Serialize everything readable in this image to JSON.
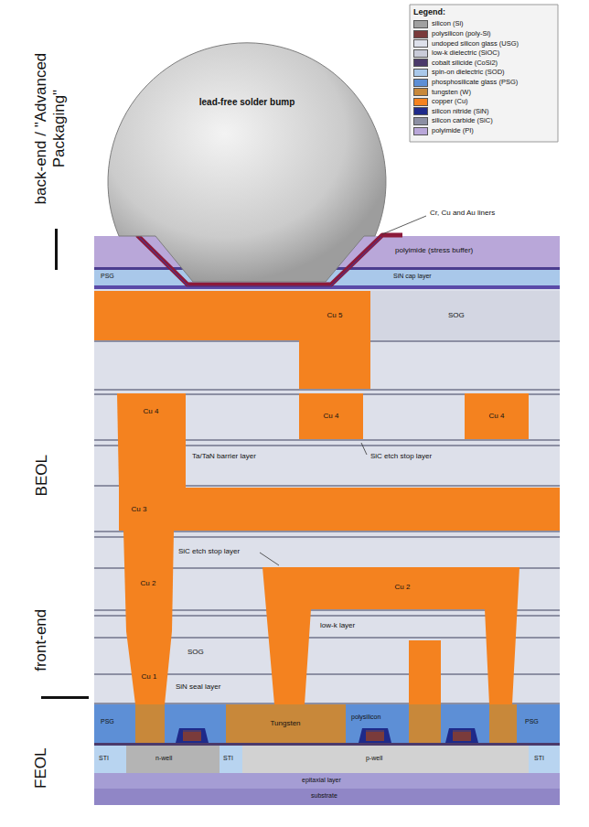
{
  "diagram": {
    "nodes": [
      {
        "text": [
          "lead-free solder bump"
        ]
      },
      {
        "text": [
          "Cu 5"
        ]
      },
      {
        "text": [
          "Cu 4"
        ]
      },
      {
        "text": [
          "Cu 4"
        ]
      },
      {
        "text": [
          "Cu 4"
        ]
      },
      {
        "text": [
          "Cu 3"
        ]
      },
      {
        "text": [
          "Cu 2"
        ]
      },
      {
        "text": [
          "Cu 2"
        ]
      },
      {
        "text": [
          "Cu 1"
        ]
      },
      {
        "text": [
          "Tungsten"
        ]
      }
    ],
    "labels": [
      "back-end / \"Advanced Packaging\"",
      "Legend:",
      "Cr, Cu and Au liners",
      "polyimide (stress buffer)",
      "PSG",
      "SiN cap layer",
      "SOG",
      "BEOL",
      "Ta/TaN barrier layer",
      "SiC etch stop layer",
      "SiC etch stop layer",
      "low-k layer",
      "SOG",
      "SiN seal layer",
      "front-end",
      "PSG",
      "polysilicon",
      "PSG",
      "FEOL",
      "STI",
      "n-well",
      "STI",
      "p-well",
      "STI",
      "epitaxial layer",
      "substrate"
    ],
    "legend": [
      {
        "text": "silicon (Si)",
        "color": "#a0a0a0"
      },
      {
        "text": "polysilicon (poly-Si)",
        "color": "#7a3b3b"
      },
      {
        "text": "undoped silicon glass (USG)",
        "color": "#dde0ea"
      },
      {
        "text": "low-k dielectric (SiOC)",
        "color": "#c9cbd8"
      },
      {
        "text": "cobalt silicide (CoSi2)",
        "color": "#4b3a6b"
      },
      {
        "text": "spin-on dielectric (SOD)",
        "color": "#a9c8ea"
      },
      {
        "text": "phosphosilicate glass (PSG)",
        "color": "#5d8fd6"
      },
      {
        "text": "tungsten (W)",
        "color": "#c8883a"
      },
      {
        "text": "copper (Cu)",
        "color": "#f4821f"
      },
      {
        "text": "silicon nitride (SiN)",
        "color": "#1e2a8a"
      },
      {
        "text": "silicon carbide (SiC)",
        "color": "#8c8fa3"
      },
      {
        "text": "polyimide (PI)",
        "color": "#b9a7d9"
      }
    ]
  }
}
